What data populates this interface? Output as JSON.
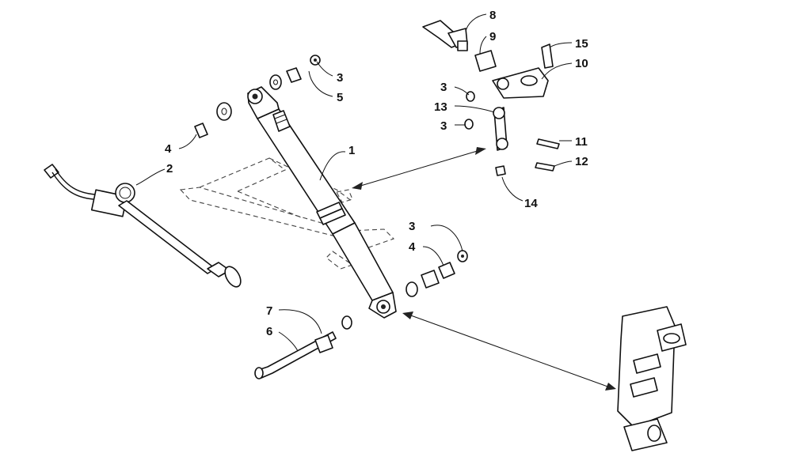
{
  "callouts": [
    {
      "id": "c1",
      "label": "1"
    },
    {
      "id": "c2",
      "label": "2"
    },
    {
      "id": "c3a",
      "label": "3"
    },
    {
      "id": "c5",
      "label": "5"
    },
    {
      "id": "c4a",
      "label": "4"
    },
    {
      "id": "c8",
      "label": "8"
    },
    {
      "id": "c9",
      "label": "9"
    },
    {
      "id": "c15",
      "label": "15"
    },
    {
      "id": "c10",
      "label": "10"
    },
    {
      "id": "c3b",
      "label": "3"
    },
    {
      "id": "c13",
      "label": "13"
    },
    {
      "id": "c3c",
      "label": "3"
    },
    {
      "id": "c11",
      "label": "11"
    },
    {
      "id": "c12",
      "label": "12"
    },
    {
      "id": "c14",
      "label": "14"
    },
    {
      "id": "c3d",
      "label": "3"
    },
    {
      "id": "c4b",
      "label": "4"
    },
    {
      "id": "c7",
      "label": "7"
    },
    {
      "id": "c6",
      "label": "6"
    }
  ],
  "line_color": "#111111",
  "background": "#ffffff"
}
